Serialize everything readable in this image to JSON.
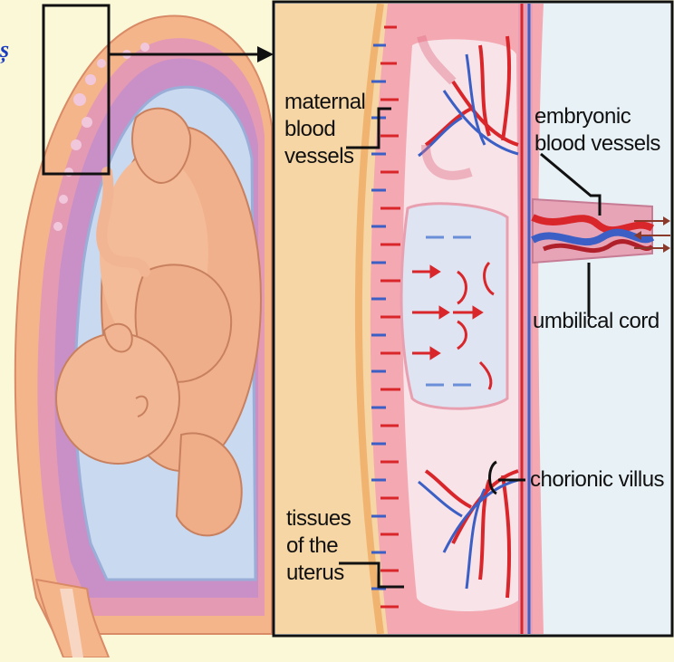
{
  "corner_text": "ș",
  "labels": {
    "maternal": [
      "maternal",
      "blood",
      "vessels"
    ],
    "embryonic": [
      "embryonic",
      "blood vessels"
    ],
    "umbilical": "umbilical cord",
    "chorionic": "chorionic villus",
    "tissues": [
      "tissues",
      "of the",
      "uterus"
    ]
  },
  "colors": {
    "background": "#fbf8d8",
    "panel": "#e6f1f6",
    "uterus_wall": "#f3b07a",
    "tissue_pink": "#f4a6b0",
    "artery_red": "#d9262b",
    "vein_blue": "#3b5fc4",
    "amniotic": "#cfe0f3",
    "fetus_skin": "#f2b896"
  }
}
